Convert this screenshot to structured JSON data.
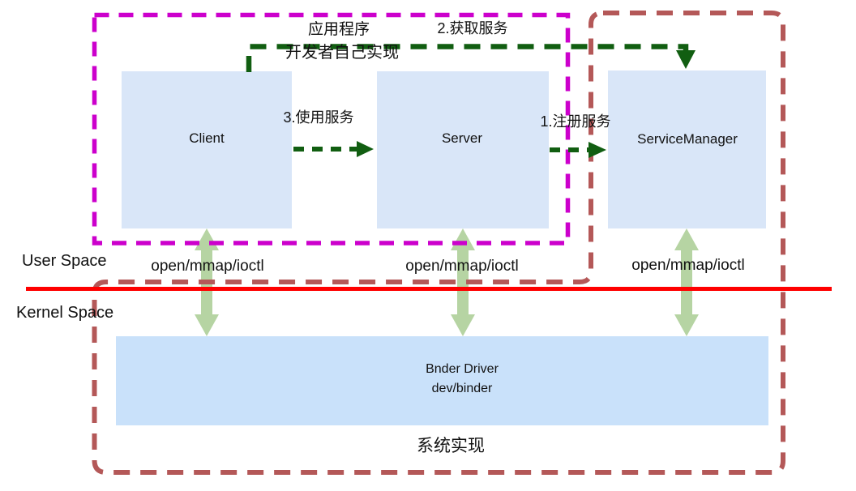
{
  "diagram": {
    "app_region": {
      "title_line1": "应用程序",
      "title_line2": "开发者自己实现"
    },
    "system_region": {
      "label": "系统实现"
    },
    "boxes": {
      "client": "Client",
      "server": "Server",
      "service_manager": "ServiceManager",
      "binder_driver_line1": "Bnder Driver",
      "binder_driver_line2": "dev/binder"
    },
    "arrows": {
      "register_service": "1.注册服务",
      "get_service": "2.获取服务",
      "use_service": "3.使用服务"
    },
    "spaces": {
      "user": "User Space",
      "kernel": "Kernel Space"
    },
    "syscalls": {
      "client": "open/mmap/ioctl",
      "server": "open/mmap/ioctl",
      "service_manager": "open/mmap/ioctl"
    },
    "colors": {
      "app_boundary": "#cc00cc",
      "system_boundary": "#b45858",
      "flow_arrow": "#115e11",
      "ipc_arrow": "#b6d4a3",
      "space_divider": "#ff0000",
      "process_box_fill": "#d9e6f8",
      "driver_box_fill": "#c9e1fa"
    }
  }
}
